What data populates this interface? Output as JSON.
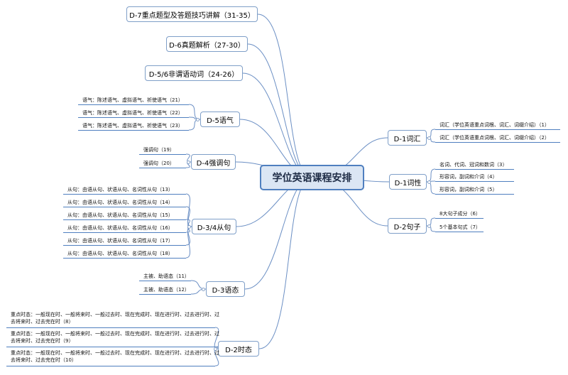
{
  "central": "学位英语课程安排",
  "left_branches": [
    {
      "label": "D-7重点题型及答题技巧讲解（31-35）",
      "leaves": []
    },
    {
      "label": "D-6真题解析（27-30）",
      "leaves": []
    },
    {
      "label": "D-5/6非谓语动词（24-26）",
      "leaves": []
    },
    {
      "label": "D-5语气",
      "leaves": [
        "语气：陈述语气、虚拟语气、祈使语气（21）",
        "语气：陈述语气、虚拟语气、祈使语气（22）",
        "语气：陈述语气、虚拟语气、祈使语气（23）"
      ]
    },
    {
      "label": "D-4强调句",
      "leaves": [
        "强调句（19）",
        "强调句（20）"
      ]
    },
    {
      "label": "D-3/4从句",
      "leaves": [
        "从句：由语从句、状语从句、名词性从句（13）",
        "从句：由语从句、状语从句、名词性从句（14）",
        "从句：由语从句、状语从句、名词性从句（15）",
        "从句：由语从句、状语从句、名词性从句（16）",
        "从句：由语从句、状语从句、名词性从句（17）",
        "从句：由语从句、状语从句、名词性从句（18）"
      ]
    },
    {
      "label": "D-3语态",
      "leaves": [
        "主被、助语态（11）",
        "主被、助语态（12）"
      ]
    },
    {
      "label": "D-2时态",
      "leaves": [
        "重点时态：一般现在时、一般将来时、一般过去时、现在完成时、现在进行时、过去进行时、过去将来时、过去完在时（8）",
        "重点时态：一般现在时、一般将来时、一般过去时、现在完成时、现在进行时、过去进行时、过去将来时、过去完在时（9）",
        "重点时态：一般现在时、一般将来时、一般过去时、现在完成时、现在进行时、过去进行时、过去将来时、过去完在时（10）"
      ]
    }
  ],
  "right_branches": [
    {
      "label": "D-1词汇",
      "leaves": [
        "词汇（学位英语重点词根、词汇、词缀介绍）（1）",
        "词汇（学位英语重点词根、词汇、词缀介绍）（2）"
      ]
    },
    {
      "label": "D-1词性",
      "leaves": [
        "名词、代词、冠词和数词（3）",
        "形容词，副词和介词（4）",
        "形容词，副词和介词（5）"
      ]
    },
    {
      "label": "D-2句子",
      "leaves": [
        "8大句子成分（6）",
        "5个基本句式（7）"
      ]
    }
  ]
}
